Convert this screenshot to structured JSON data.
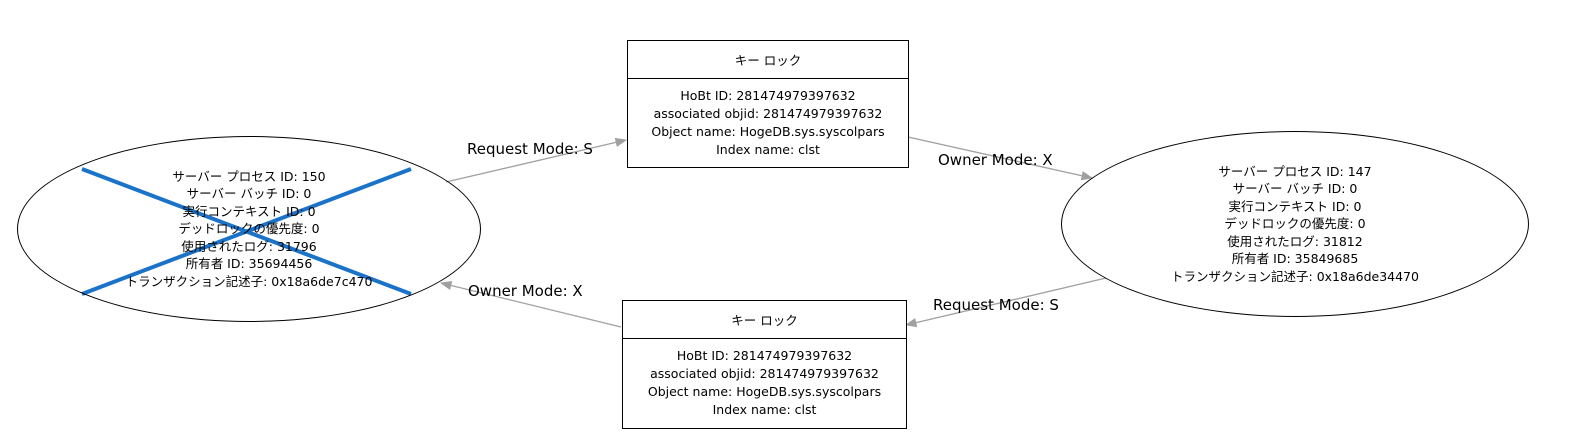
{
  "colors": {
    "victim_cross": "#1a73c8",
    "edge": "#a0a0a0",
    "border": "#000000"
  },
  "processes": {
    "victim": {
      "lines": [
        "サーバー プロセス ID: 150",
        "サーバー バッチ ID: 0",
        "実行コンテキスト ID: 0",
        "デッドロックの優先度: 0",
        "使用されたログ: 31796",
        "所有者 ID: 35694456",
        "トランザクション記述子: 0x18a6de7c470"
      ]
    },
    "other": {
      "lines": [
        "サーバー プロセス ID: 147",
        "サーバー バッチ ID: 0",
        "実行コンテキスト ID: 0",
        "デッドロックの優先度: 0",
        "使用されたログ: 31812",
        "所有者 ID: 35849685",
        "トランザクション記述子: 0x18a6de34470"
      ]
    }
  },
  "resources": {
    "top": {
      "title": "キー ロック",
      "lines": [
        "HoBt ID: 281474979397632",
        "associated objid: 281474979397632",
        "Object name: HogeDB.sys.syscolpars",
        "Index name: clst"
      ]
    },
    "bottom": {
      "title": "キー ロック",
      "lines": [
        "HoBt ID: 281474979397632",
        "associated objid: 281474979397632",
        "Object name: HogeDB.sys.syscolpars",
        "Index name: clst"
      ]
    }
  },
  "edges": {
    "victim_to_top": "Request Mode: S",
    "top_to_other": "Owner Mode: X",
    "other_to_bottom": "Request Mode: S",
    "bottom_to_victim": "Owner Mode: X"
  }
}
